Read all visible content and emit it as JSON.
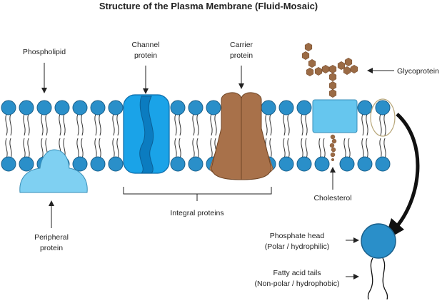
{
  "title": "Structure of the Plasma Membrane (Fluid-Mosaic)",
  "labels": {
    "phospholipid": "Phospholipid",
    "channel_line1": "Channel",
    "channel_line2": "protein",
    "carrier_line1": "Carrier",
    "carrier_line2": "protein",
    "glycoprotein": "Glycoprotein",
    "peripheral_line1": "Peripheral",
    "peripheral_line2": "protein",
    "integral": "Integral proteins",
    "cholesterol": "Cholesterol",
    "phosphate_line1": "Phosphate head",
    "phosphate_line2": "(Polar / hydrophilic)",
    "fatty_line1": "Fatty acid tails",
    "fatty_line2": "(Non-polar / hydrophobic)"
  },
  "colors": {
    "head_fill": "#2a8fc9",
    "head_stroke": "#1a5f8a",
    "channel_protein": "#1aa3e8",
    "peripheral_protein": "#7fd0f2",
    "glycoprotein_body": "#66c6ee",
    "carrier_dark": "#a8714a",
    "carrier_light": "#dca06e",
    "sugar_chain": "#9b6b45",
    "highlight_ellipse": "#b8a77a"
  }
}
